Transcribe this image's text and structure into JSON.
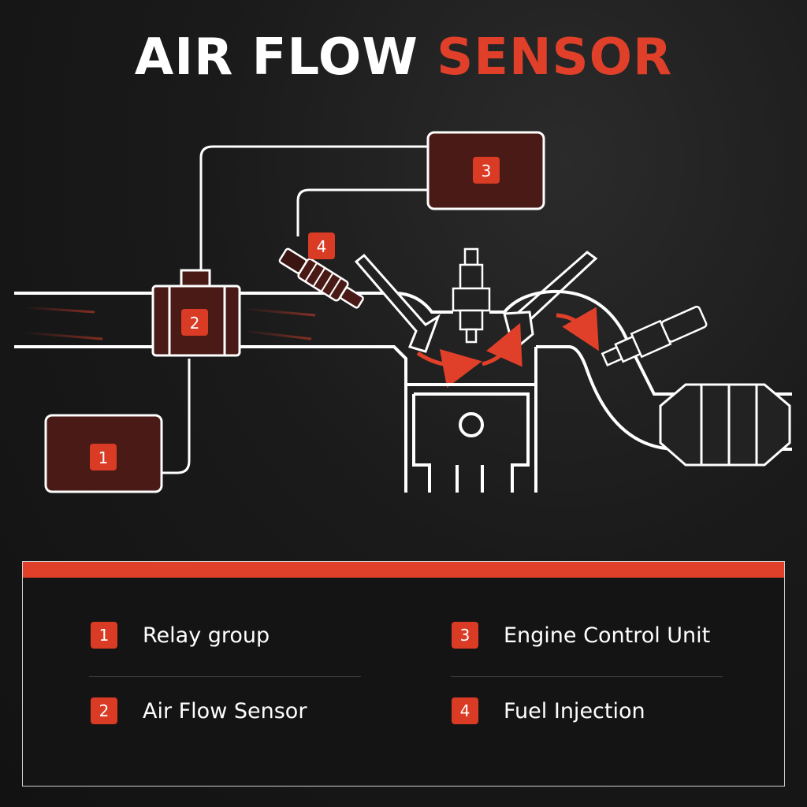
{
  "title": {
    "part1": "AIR FLOW",
    "part2": "SENSOR"
  },
  "colors": {
    "accent": "#e0402a",
    "box_fill": "#4a1a16",
    "line": "#ffffff"
  },
  "diagram": {
    "labels": {
      "one": "1",
      "two": "2",
      "three": "3",
      "four": "4"
    }
  },
  "legend": {
    "items": [
      {
        "number": "1",
        "label": "Relay group"
      },
      {
        "number": "3",
        "label": "Engine Control Unit"
      },
      {
        "number": "2",
        "label": "Air Flow Sensor"
      },
      {
        "number": "4",
        "label": "Fuel Injection"
      }
    ]
  }
}
